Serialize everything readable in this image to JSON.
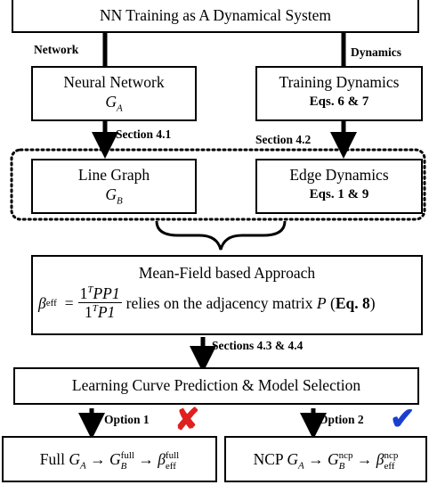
{
  "top_title": "NN Training as A Dynamical System",
  "labels": {
    "network": "Network",
    "dynamics": "Dynamics",
    "section_41": "Section 4.1",
    "section_42": "Section 4.2",
    "sections_43_44": "Sections 4.3 & 4.4",
    "option1": "Option 1",
    "option2": "Option 2"
  },
  "boxes": {
    "neural_network": {
      "title": "Neural Network",
      "var": "G",
      "sub": "A"
    },
    "training_dynamics": {
      "title": "Training Dynamics",
      "eqs": "Eqs. 6 & 7"
    },
    "line_graph": {
      "title": "Line Graph",
      "var": "G",
      "sub": "B"
    },
    "edge_dynamics": {
      "title": "Edge Dynamics",
      "eqs": "Eqs. 1 & 9"
    },
    "mean_field": {
      "title": "Mean-Field based Approach",
      "beta": "β",
      "beta_sub": "eff",
      "equals": "=",
      "numerator": "1",
      "numerator_sup": "T",
      "numerator_rest": "PP1",
      "denominator": "1",
      "denominator_sup": "T",
      "denominator_rest": "P1",
      "relies_text": "relies on the adjacency matrix",
      "matrix": "P",
      "eq_ref_open": "(",
      "eq_ref": "Eq. 8",
      "eq_ref_close": ")"
    },
    "learning_curve": {
      "title": "Learning Curve Prediction & Model Selection"
    },
    "full": {
      "prefix": "Full",
      "ga": "G",
      "ga_sub": "A",
      "arrow": "→",
      "gb": "G",
      "gb_sub": "B",
      "gb_sup": "full",
      "beta": "β",
      "beta_sub": "eff",
      "beta_sup": "full"
    },
    "ncp": {
      "prefix": "NCP",
      "ga": "G",
      "ga_sub": "A",
      "arrow": "→",
      "gb": "G",
      "gb_sub": "B",
      "gb_sup": "ncp",
      "beta": "β",
      "beta_sub": "eff",
      "beta_sup": "ncp"
    }
  },
  "marks": {
    "cross": "✘",
    "check": "✔",
    "cross_color": "#e0201e",
    "check_color": "#1a3fcf"
  }
}
